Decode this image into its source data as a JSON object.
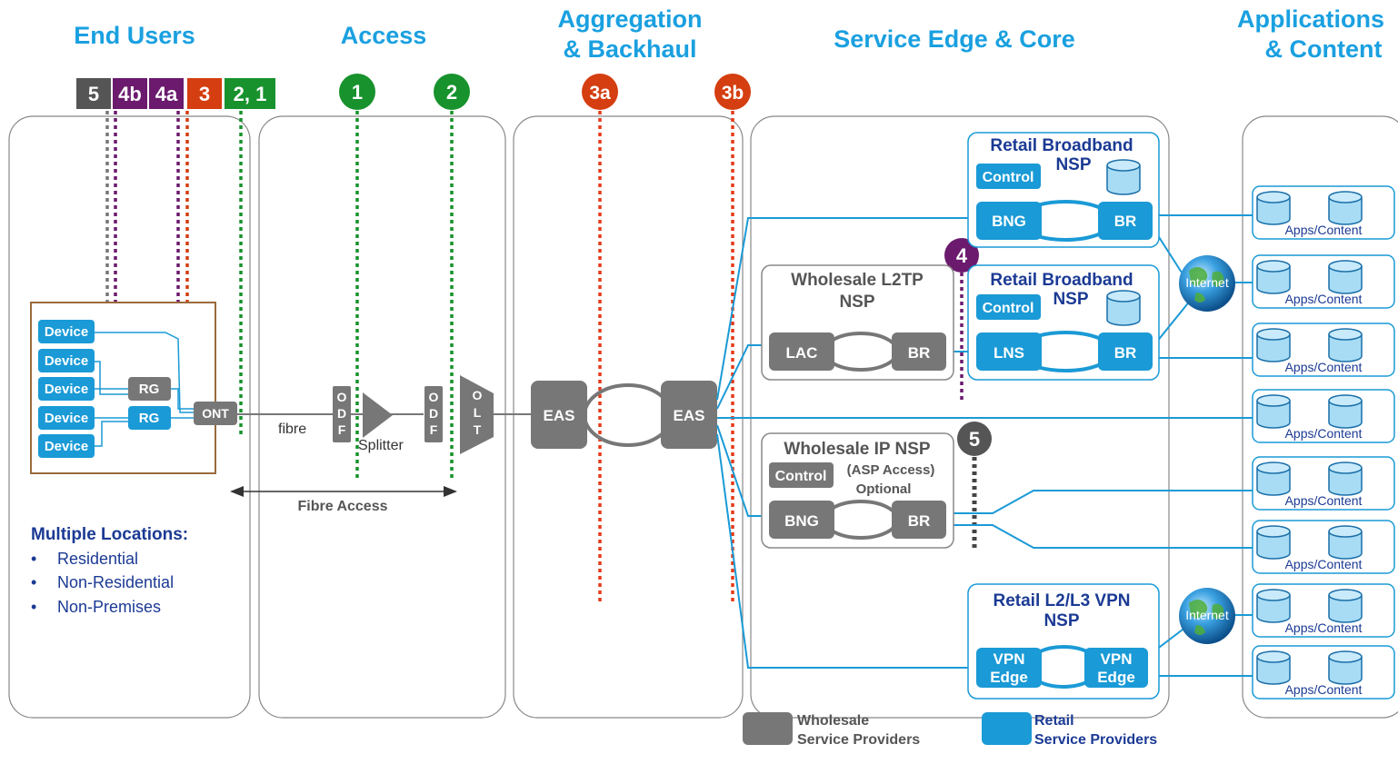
{
  "headers": {
    "end_users": "End Users",
    "access": "Access",
    "aggregation_1": "Aggregation",
    "aggregation_2": "& Backhaul",
    "service_edge": "Service Edge & Core",
    "applications_1": "Applications",
    "applications_2": "& Content"
  },
  "tags": {
    "t5": "5",
    "t4b": "4b",
    "t4a": "4a",
    "t3": "3",
    "t21": "2, 1",
    "c1": "1",
    "c2": "2",
    "c3a": "3a",
    "c3b": "3b",
    "c4": "4",
    "c5": "5"
  },
  "end_users": {
    "device": "Device",
    "rg": "RG",
    "ont": "ONT",
    "locations_title": "Multiple Locations:",
    "locations": [
      "Residential",
      "Non-Residential",
      "Non-Premises"
    ],
    "bullet": "•"
  },
  "access": {
    "fibre": "fibre",
    "odf_letters": [
      "O",
      "D",
      "F"
    ],
    "olt_letters": [
      "O",
      "L",
      "T"
    ],
    "splitter": "Splitter",
    "fibre_access": "Fibre Access"
  },
  "aggregation": {
    "eas": "EAS"
  },
  "core": {
    "retail_bb_1": "Retail Broadband",
    "retail_bb_2": "NSP",
    "control": "Control",
    "bng": "BNG",
    "br": "BR",
    "lns": "LNS",
    "lac": "LAC",
    "wholesale_l2tp_1": "Wholesale L2TP",
    "wholesale_l2tp_2": "NSP",
    "wholesale_ip": "Wholesale IP NSP",
    "asp_access": "(ASP Access)",
    "optional": "Optional",
    "retail_vpn_1": "Retail L2/L3 VPN",
    "retail_vpn_2": "NSP",
    "vpn": "VPN",
    "edge": "Edge",
    "internet": "Internet"
  },
  "apps": {
    "label": "Apps/Content"
  },
  "legend": {
    "wholesale_1": "Wholesale",
    "wholesale_2": "Service Providers",
    "retail_1": "Retail",
    "retail_2": "Service Providers"
  },
  "colors": {
    "header": "#1aa0e0",
    "retail": "#1a9ad6",
    "wholesale": "#777777",
    "green": "#17922c",
    "red": "#d43e10",
    "purple": "#6b1a6e",
    "dark_grey": "#555555"
  }
}
